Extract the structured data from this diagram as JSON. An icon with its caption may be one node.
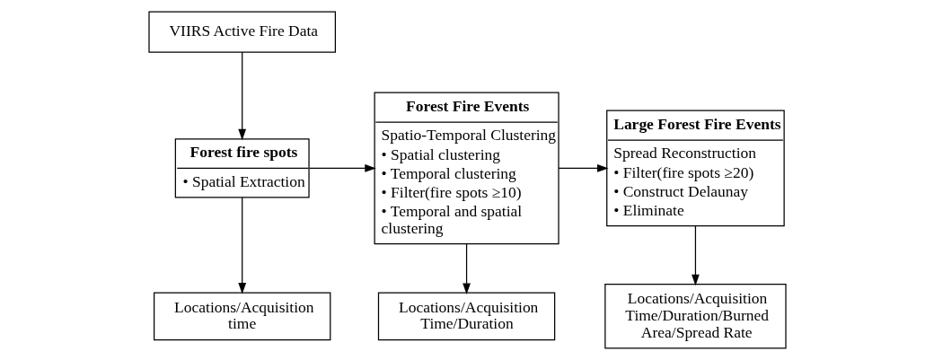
{
  "diagram": {
    "nodes": [
      {
        "text": [
          "VIIRS Active Fire Data"
        ]
      },
      {
        "text": [
          "Forest fire spots",
          "• Spatial Extraction"
        ]
      },
      {
        "text": [
          "Locations/Acquisition time"
        ]
      },
      {
        "text": [
          "Forest Fire Events",
          "Spatio-Temporal Clustering",
          "• Spatial clustering",
          "• Temporal clustering",
          "• Filter(fire spots ≥10)",
          "• Temporal and spatial clustering"
        ]
      },
      {
        "text": [
          "Locations/Acquisition Time/Duration"
        ]
      },
      {
        "text": [
          "Large Forest Fire Events",
          "Spread Reconstruction",
          "• Filter(fire spots ≥20)",
          "• Construct Delaunay",
          "• Eliminate"
        ]
      },
      {
        "text": [
          "Locations/Acquisition Time/Duration/Burned Area/Spread Rate"
        ]
      }
    ],
    "edges": [
      {
        "from": 0,
        "to": 1,
        "arrow": "to"
      },
      {
        "from": 1,
        "to": 2,
        "arrow": "to"
      },
      {
        "from": 1,
        "to": 3,
        "arrow": "to"
      },
      {
        "from": 3,
        "to": 4,
        "arrow": "to"
      },
      {
        "from": 3,
        "to": 5,
        "arrow": "to"
      },
      {
        "from": 5,
        "to": 6,
        "arrow": "to"
      }
    ]
  }
}
